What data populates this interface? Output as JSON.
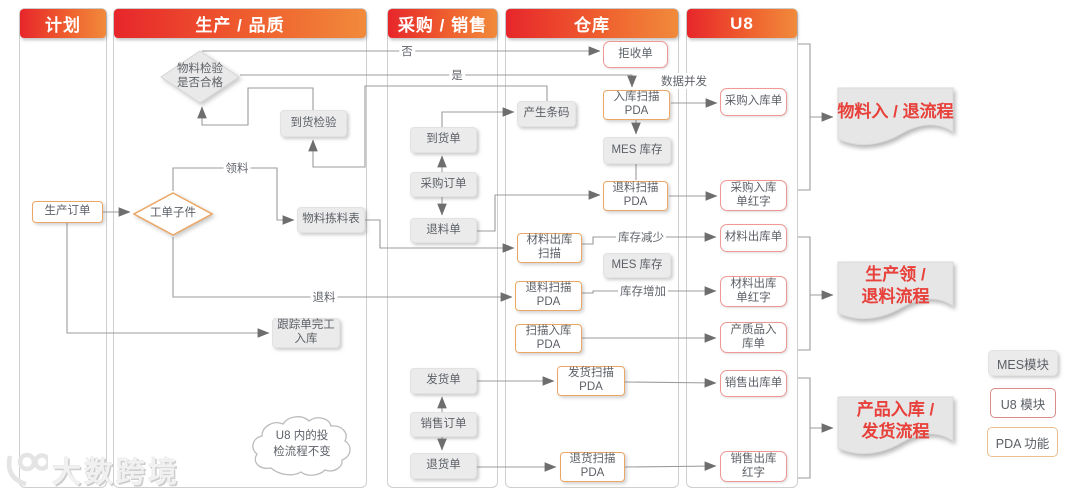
{
  "lanes": [
    {
      "title": "计划"
    },
    {
      "title": "生产 / 品质"
    },
    {
      "title": "采购 / 销售"
    },
    {
      "title": "仓库"
    },
    {
      "title": "U8"
    }
  ],
  "nodes": {
    "production_order": {
      "label": "生产订单"
    },
    "work_order_sub": {
      "label": "工单子件"
    },
    "material_inspect_decision": {
      "label": "物料检验\n是否合格"
    },
    "arrival_inspection": {
      "label": "到货检验"
    },
    "material_picking_list": {
      "label": "物料拣料表"
    },
    "tracking_completion_inbound": {
      "label": "跟踪单完工\n入库"
    },
    "arrival_note": {
      "label": "到货单"
    },
    "purchase_order": {
      "label": "采购订单"
    },
    "material_return_note": {
      "label": "退料单"
    },
    "delivery_note": {
      "label": "发货单"
    },
    "sales_order": {
      "label": "销售订单"
    },
    "sales_return_note": {
      "label": "退货单"
    },
    "generate_barcode": {
      "label": "产生条码"
    },
    "reject_note": {
      "label": "拒收单"
    },
    "inbound_scan_pda": {
      "label": "入库扫描\nPDA"
    },
    "mes_inventory_1": {
      "label": "MES 库存"
    },
    "return_scan_pda_1": {
      "label": "退料扫描\nPDA"
    },
    "material_outbound_scan": {
      "label": "材料出库\n扫描"
    },
    "mes_inventory_2": {
      "label": "MES 库存"
    },
    "return_scan_pda_2": {
      "label": "退料扫描\nPDA"
    },
    "scan_inbound_pda": {
      "label": "扫描入库\nPDA"
    },
    "shipping_scan_pda": {
      "label": "发货扫描\nPDA"
    },
    "sales_return_scan_pda": {
      "label": "退货扫描\nPDA"
    },
    "purchase_inbound_note": {
      "label": "采购入库单"
    },
    "purchase_inbound_red": {
      "label": "采购入库\n单红字"
    },
    "material_outbound_note": {
      "label": "材料出库单"
    },
    "material_outbound_red": {
      "label": "材料出库\n单红字"
    },
    "finished_goods_inbound_note": {
      "label": "产质品入\n库单"
    },
    "sales_outbound_note": {
      "label": "销售出库单"
    },
    "sales_outbound_red": {
      "label": "销售出库\n红字"
    }
  },
  "edge_labels": {
    "no": "否",
    "yes": "是",
    "data_concurrent": "数据并发",
    "pick_material": "领料",
    "return_material": "退料",
    "stock_decrease": "库存减少",
    "stock_increase": "库存增加"
  },
  "flags": [
    {
      "label": "物料入 / 退流程"
    },
    {
      "label": "生产领 /\n退料流程"
    },
    {
      "label": "产品入库 /\n发货流程"
    }
  ],
  "legend": [
    {
      "label": "MES模块"
    },
    {
      "label": "U8 模块"
    },
    {
      "label": "PDA 功能"
    }
  ],
  "note_cloud": "U8 内的投\n检流程不变",
  "watermark": "大数跨境",
  "colors": {
    "header_gradient_start": "#e7262b",
    "header_gradient_end": "#f18a3b",
    "mes_box_fill": "#ebebeb",
    "u8_border": "#f09894",
    "pda_border": "#eba766",
    "flag_text": "#e8403a",
    "line": "#9b9b9b"
  }
}
